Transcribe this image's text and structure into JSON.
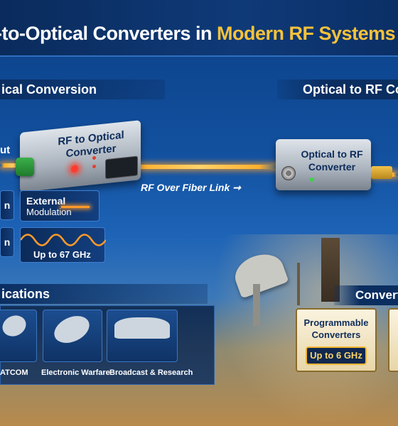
{
  "title": {
    "prefix": "-to-Optical Converters in ",
    "highlight": "Modern RF Systems"
  },
  "sections": {
    "left": "ical Conversion",
    "right": "Optical to RF Co",
    "applications": "ications",
    "converters": "Converte"
  },
  "input_label": "ut",
  "devices": {
    "rf_to_optical": {
      "line1": "RF to Optical",
      "line2": "Converter"
    },
    "optical_to_rf": {
      "line1": "Optical to RF",
      "line2": "Converter"
    }
  },
  "fiber_link": "RF Over Fiber Link",
  "features": {
    "modulation_line1": "External",
    "modulation_line2": "Modulation",
    "frequency": "Up to 67 GHz",
    "stub1": "n",
    "stub2": "n"
  },
  "applications": [
    {
      "caption": "ATCOM"
    },
    {
      "caption": "Electronic Warfare"
    },
    {
      "caption": "Broadcast & Research"
    }
  ],
  "converters": {
    "card_line1": "Programmable",
    "card_line2": "Converters",
    "badge": "Up to 6 GHz"
  },
  "colors": {
    "accent": "#f6c23a",
    "beam": "#ffb02e",
    "navy": "#0b2e61"
  }
}
